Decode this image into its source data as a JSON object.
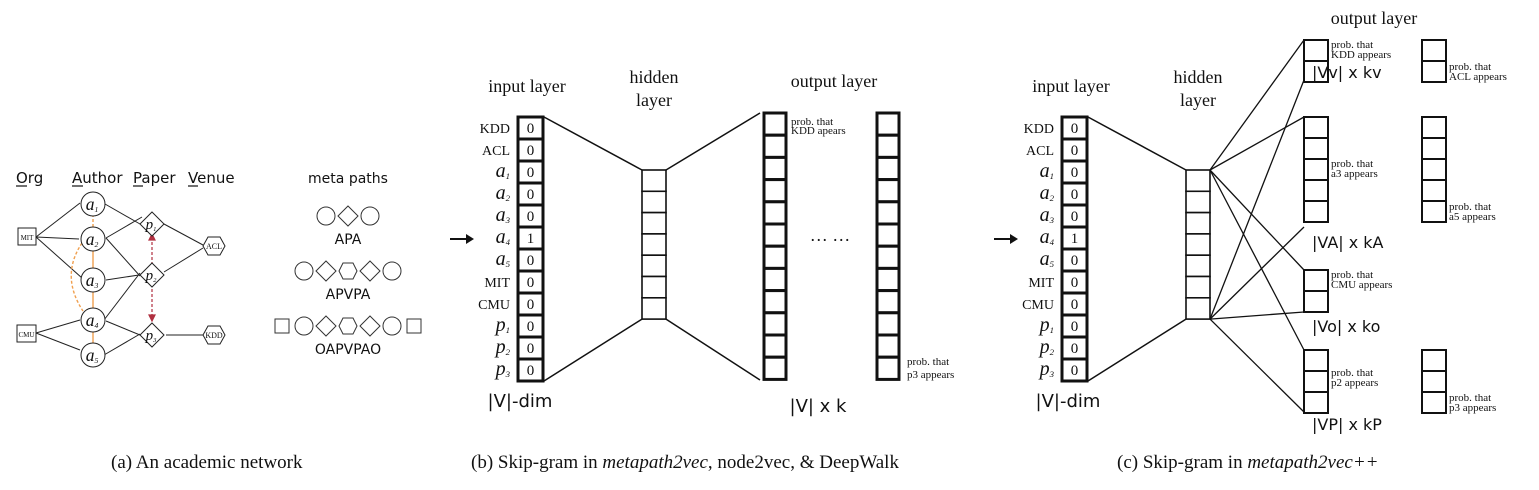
{
  "panel_a": {
    "columns": {
      "org": "Org",
      "author": "Author",
      "paper": "Paper",
      "venue": "Venue"
    },
    "orgs": [
      "MIT",
      "CMU"
    ],
    "authors": [
      "a1",
      "a2",
      "a3",
      "a4",
      "a5"
    ],
    "papers": [
      "p1",
      "p2",
      "p3"
    ],
    "venues": [
      "ACL",
      "KDD"
    ],
    "edge_color": "#222222",
    "coauthor_color": "#f0a050",
    "citation_color": "#b03040",
    "meta_paths_title": "meta paths",
    "meta_paths": [
      {
        "label": "APA",
        "shapes": [
          "circle",
          "diamond",
          "circle"
        ]
      },
      {
        "label": "APVPA",
        "shapes": [
          "circle",
          "diamond",
          "hexagon",
          "diamond",
          "circle"
        ]
      },
      {
        "label": "OAPVPAO",
        "shapes": [
          "square",
          "circle",
          "diamond",
          "hexagon",
          "diamond",
          "circle",
          "square"
        ]
      }
    ],
    "caption": "(a)  An academic network"
  },
  "panel_b": {
    "input_title": "input layer",
    "hidden_title_1": "hidden",
    "hidden_title_2": "layer",
    "output_title": "output layer",
    "input_labels": [
      "KDD",
      "ACL",
      "a1",
      "a2",
      "a3",
      "a4",
      "a5",
      "MIT",
      "CMU",
      "p1",
      "p2",
      "p3"
    ],
    "input_values": [
      "0",
      "0",
      "0",
      "0",
      "0",
      "1",
      "0",
      "0",
      "0",
      "0",
      "0",
      "0"
    ],
    "input_dim_label": "|V|-dim",
    "ellipsis": "··· ···",
    "out_top_label_1": "prob. that",
    "out_top_label_2": "KDD apears",
    "out_bot_label_1": "prob. that",
    "out_bot_label_2": "p3 appears",
    "output_dim_label": "|V|  x  k",
    "caption_pre": "(b)  Skip-gram in ",
    "caption_ital": "metapath2vec",
    "caption_post": ", node2vec, & DeepWalk"
  },
  "panel_c": {
    "input_title": "input layer",
    "hidden_title_1": "hidden",
    "hidden_title_2": "layer",
    "output_title": "output layer",
    "input_labels": [
      "KDD",
      "ACL",
      "a1",
      "a2",
      "a3",
      "a4",
      "a5",
      "MIT",
      "CMU",
      "p1",
      "p2",
      "p3"
    ],
    "input_values": [
      "0",
      "0",
      "0",
      "0",
      "0",
      "1",
      "0",
      "0",
      "0",
      "0",
      "0",
      "0"
    ],
    "input_dim_label": "|V|-dim",
    "groups": [
      {
        "dim": "|Vv|  x  kv",
        "left_label": [
          "prob. that",
          "KDD appears"
        ],
        "right_label": [
          "prob. that",
          "ACL appears"
        ]
      },
      {
        "dim": "|VA|  x  kA",
        "left_label": [
          "prob. that",
          "a3 appears"
        ],
        "right_label": [
          "prob. that",
          "a5 appears"
        ]
      },
      {
        "dim": "|Vo|  x  ko",
        "left_label": [
          "prob. that",
          "CMU appears"
        ]
      },
      {
        "dim": "|VP|  x  kP",
        "left_label": [
          "prob. that",
          "p2 appears"
        ],
        "right_label": [
          "prob. that",
          "p3 appears"
        ]
      }
    ],
    "caption_pre": "(c)  Skip-gram in ",
    "caption_ital": "metapath2vec++"
  }
}
